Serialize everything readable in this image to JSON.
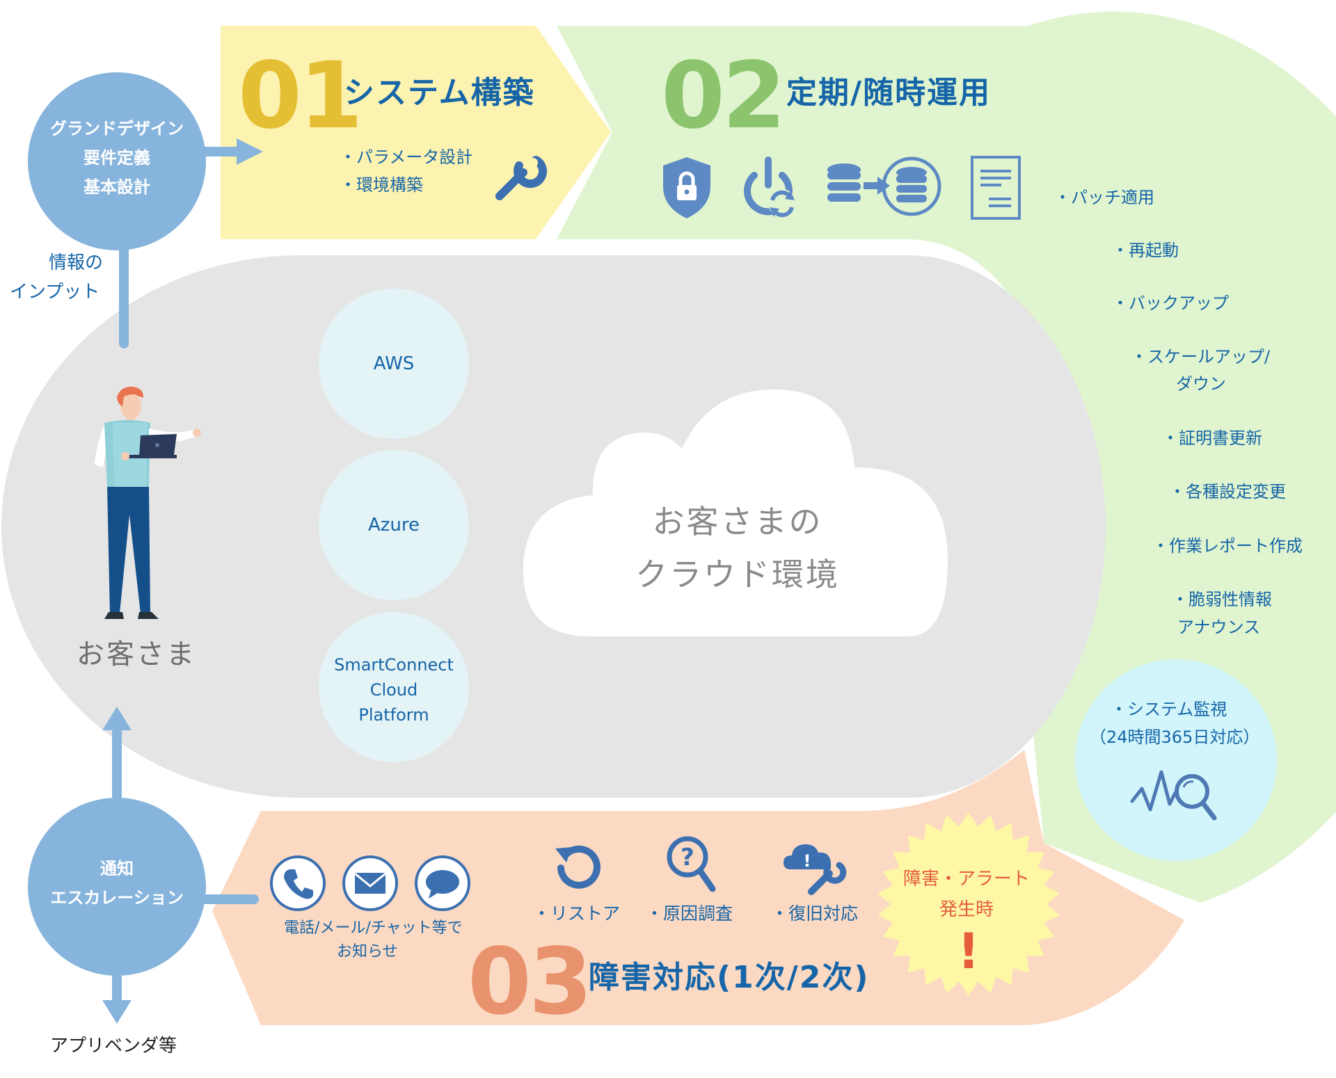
{
  "stage01": {
    "number": "01",
    "title": "システム構築",
    "items": [
      "・パラメータ設計",
      "・環境構築"
    ]
  },
  "stage02": {
    "number": "02",
    "title": "定期/随時運用",
    "items": [
      "・パッチ適用",
      "・再起動",
      "・バックアップ",
      "・スケールアップ/",
      "ダウン",
      "・証明書更新",
      "・各種設定変更",
      "・作業レポート作成",
      "・脆弱性情報",
      "アナウンス"
    ],
    "icons": [
      "shield-lock-icon",
      "power-refresh-icon",
      "database-migrate-icon",
      "document-icon"
    ]
  },
  "stage03": {
    "number": "03",
    "title": "障害対応(1次/2次)",
    "items": [
      "・リストア",
      "・原因調査",
      "・復旧対応"
    ],
    "notify": [
      "電話/メール/チャット等で",
      "お知らせ"
    ],
    "icons": [
      "phone-icon",
      "mail-icon",
      "chat-icon",
      "restore-icon",
      "investigate-icon",
      "cloud-repair-icon"
    ]
  },
  "monitoring": {
    "lines": [
      "・システム監視",
      "（24時間365日対応）"
    ]
  },
  "alert": {
    "lines": [
      "障害・アラート",
      "発生時"
    ],
    "mark": "!"
  },
  "design_circle": {
    "lines": [
      "グランドデザイン",
      "要件定義",
      "基本設計"
    ]
  },
  "notify_circle": {
    "lines": [
      "通知",
      "エスカレーション"
    ]
  },
  "input_label": {
    "lines": [
      "情報の",
      "インプット"
    ]
  },
  "customer": {
    "label": "お客さま"
  },
  "cloud": {
    "lines": [
      "お客さまの",
      "クラウド環境"
    ]
  },
  "platforms": [
    {
      "lines": [
        "AWS"
      ]
    },
    {
      "lines": [
        "Azure"
      ]
    },
    {
      "lines": [
        "SmartConnect",
        "Cloud",
        "Platform"
      ]
    }
  ],
  "vendor": {
    "label": "アプリベンダ等"
  },
  "colors": {
    "stage01_bg": "#fdf3b0",
    "stage01_number": "#e4be33",
    "stage02_bg": "#e0f5cf",
    "stage02_number": "#8cc46e",
    "stage03_bg": "#fcd9c2",
    "stage03_number": "#e8936d",
    "core_bg": "#e5e5e5",
    "circle_blue": "#86b4dc",
    "title_blue": "#1565a8",
    "platform_bg": "#e4f3f6",
    "monitor_bg": "#d2f5fb",
    "alert_bg": "#fdf7a6",
    "alert_text": "#e65d3c"
  }
}
